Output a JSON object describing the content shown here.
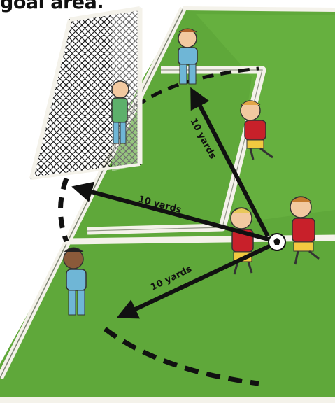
{
  "caption": "goal area.",
  "labels": {
    "distance_1": "10 yards",
    "distance_2": "10 yards",
    "distance_3": "10 yards"
  },
  "colors": {
    "grass": "#5fa83a",
    "grass_light": "#72bb46",
    "line": "#f4f2ea",
    "arrow": "#111111",
    "red_team": "#c8202a",
    "blue_team": "#6fb6d6",
    "skin": "#f2c9a0"
  },
  "icons": [
    "goal-net-icon",
    "soccer-ball-icon"
  ]
}
